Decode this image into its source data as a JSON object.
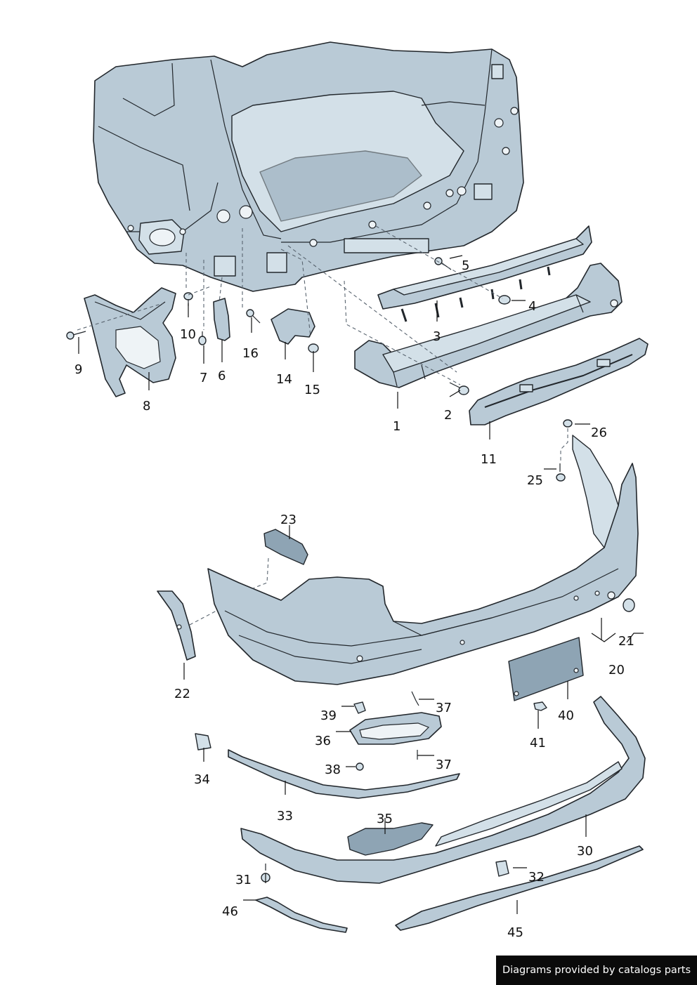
{
  "diagram": {
    "callouts": [
      "1",
      "2",
      "3",
      "4",
      "5",
      "6",
      "7",
      "8",
      "9",
      "10",
      "11",
      "14",
      "15",
      "16",
      "20",
      "21",
      "22",
      "23",
      "25",
      "26",
      "30",
      "31",
      "32",
      "33",
      "34",
      "35",
      "36",
      "37",
      "37",
      "38",
      "39",
      "40",
      "41",
      "45",
      "46"
    ]
  },
  "footer": {
    "credit_text": "Diagrams provided by catalogs parts"
  }
}
